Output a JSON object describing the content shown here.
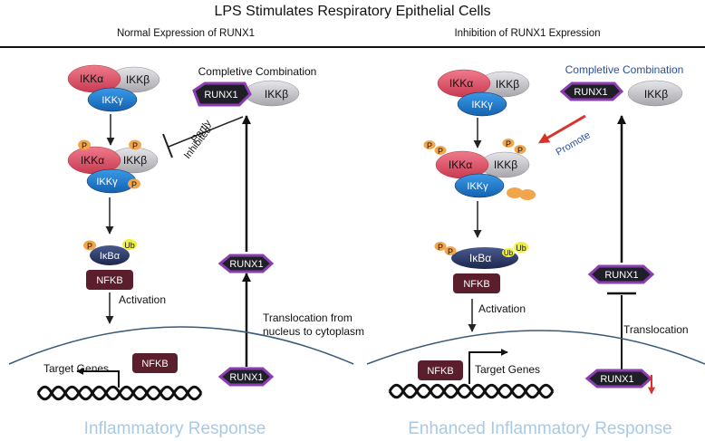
{
  "title": "LPS  Stimulates Respiratory Epithelial Cells",
  "left": {
    "subtitle": "Normal Expression of RUNX1",
    "ikk_alpha": "IKKα",
    "ikk_beta": "IKKβ",
    "ikk_gamma": "IKKγ",
    "p": "P",
    "ub": "Ub",
    "ikba": "IκBα",
    "nfkb": "NFKB",
    "runx1": "RUNX1",
    "competitive_label": "Completive Combination",
    "partly": "Partly",
    "inhibited": "Inhibited",
    "activation": "Activation",
    "translocation_line1": "Translocation from",
    "translocation_line2": "nucleus to cytoplasm",
    "target_genes": "Target Genes",
    "response": "Inflammatory Response"
  },
  "right": {
    "subtitle": "Inhibition of RUNX1 Expression",
    "competitive_label": "Completive Combination",
    "promote": "Promote",
    "activation": "Activation",
    "translocation": "Translocation",
    "target_genes": "Target Genes",
    "response": "Enhanced  Inflammatory Response"
  },
  "colors": {
    "ikk_alpha": "#e05a70",
    "ikk_beta": "#c8c8cc",
    "ikk_gamma": "#1e7fd0",
    "phospho": "#f2a64c",
    "ub": "#f0f03c",
    "ikba": "#2b3a6e",
    "nfkb": "#5a1e2d",
    "runx1_fill": "#1f1f27",
    "runx1_border": "#8c3db0",
    "membrane": "#3a5a7a",
    "response_text": "#a9c9e4",
    "blue_label": "#2b4fa0",
    "promote_arrow": "#d8322b"
  }
}
